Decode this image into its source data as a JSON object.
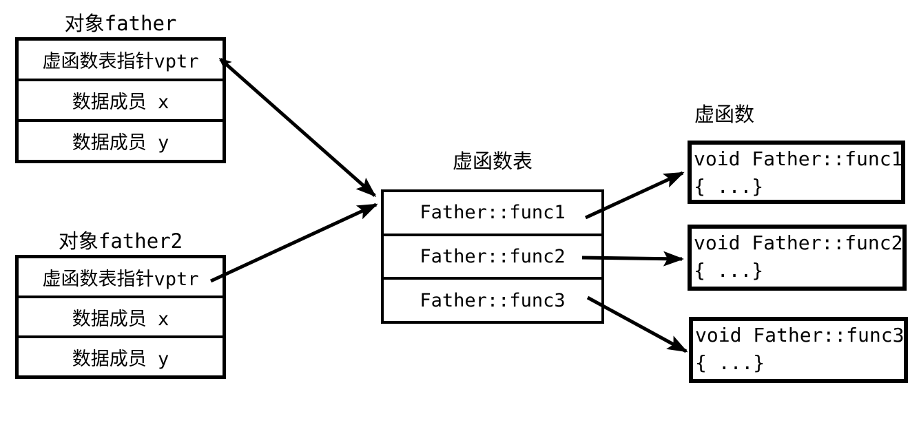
{
  "colors": {
    "ink": "#000000",
    "background": "#ffffff"
  },
  "objects": [
    {
      "title": "对象father",
      "rows": [
        "虚函数表指针vptr",
        "数据成员 x",
        "数据成员 y"
      ]
    },
    {
      "title": "对象father2",
      "rows": [
        "虚函数表指针vptr",
        "数据成员 x",
        "数据成员 y"
      ]
    }
  ],
  "vtable": {
    "title": "虚函数表",
    "entries": [
      "Father::func1",
      "Father::func2",
      "Father::func3"
    ]
  },
  "virtual_functions": {
    "title": "虚函数",
    "items": [
      {
        "signature": "void Father::func1",
        "body": "{ ...}"
      },
      {
        "signature": "void Father::func2",
        "body": "{ ...}"
      },
      {
        "signature": "void Father::func3",
        "body": "{ ...}"
      }
    ]
  },
  "arrows": [
    {
      "from": "father.vptr",
      "to": "vtable"
    },
    {
      "from": "father2.vptr",
      "to": "vtable"
    },
    {
      "from": "vtable.entry-func1",
      "to": "function-func1"
    },
    {
      "from": "vtable.entry-func2",
      "to": "function-func2"
    },
    {
      "from": "vtable.entry-func3",
      "to": "function-func3"
    }
  ]
}
